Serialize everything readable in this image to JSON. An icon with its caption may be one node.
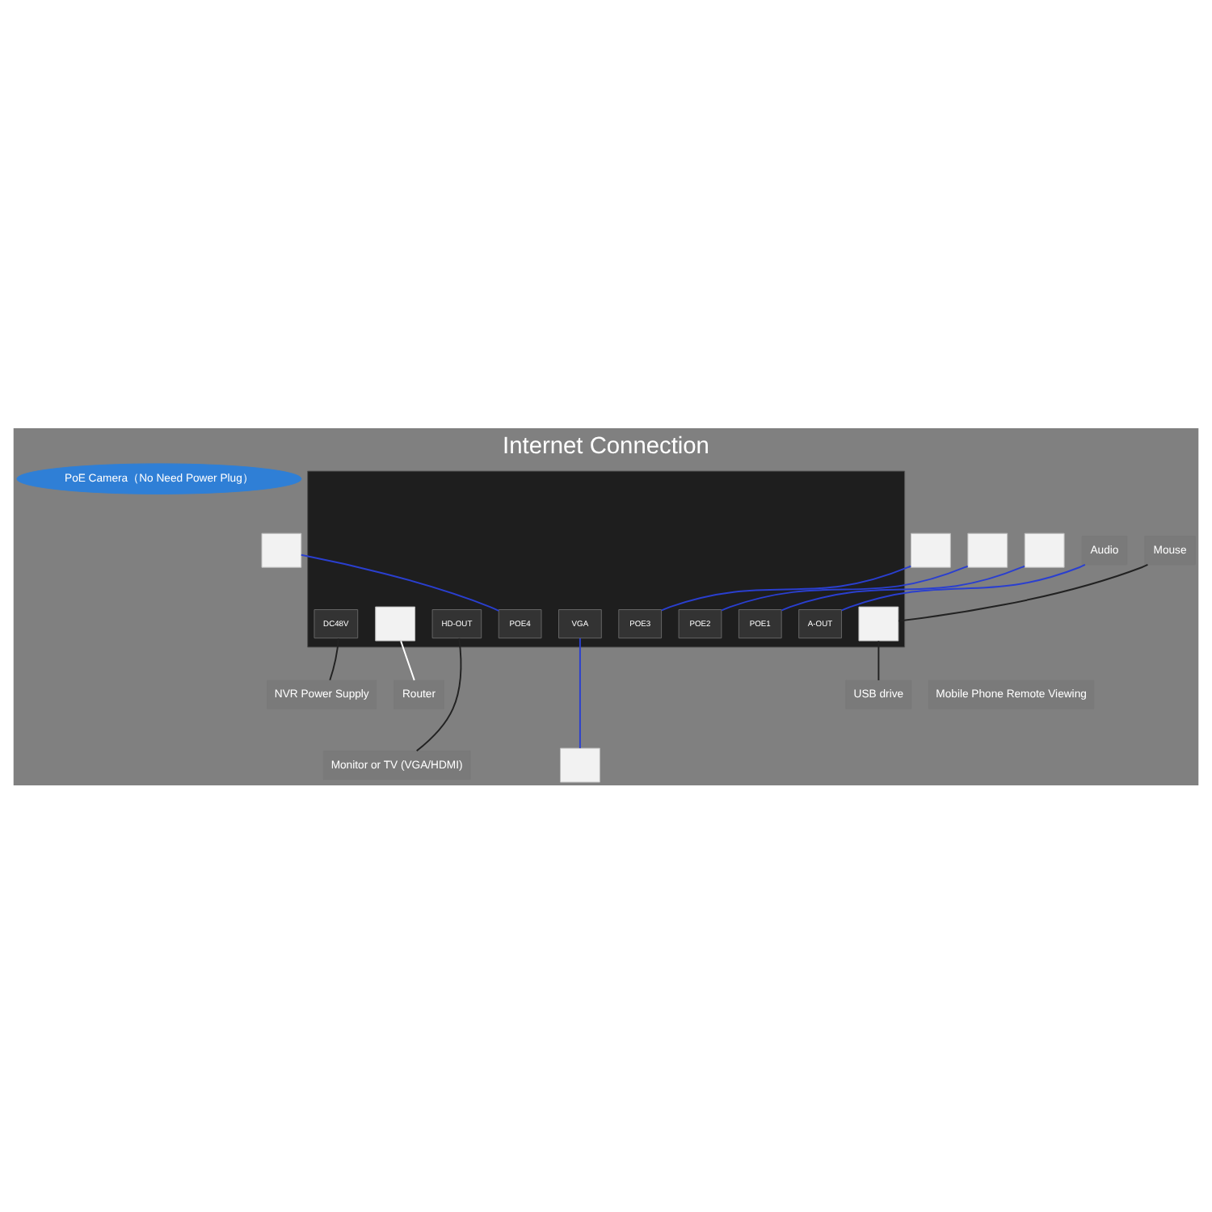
{
  "diagram": {
    "title": "Internet Connection",
    "nodes": [
      {
        "text": [
          "PoE Camera（No Need Power Plug）"
        ]
      },
      {
        "text": [],
        "shape": "box"
      },
      {
        "text": [],
        "shape": "box"
      },
      {
        "text": [],
        "shape": "box"
      },
      {
        "text": [],
        "shape": "box"
      },
      {
        "text": [
          "Audio"
        ]
      },
      {
        "text": [
          "Mouse"
        ]
      },
      {
        "text": [],
        "shape": "box"
      },
      {
        "text": [
          "DC48V"
        ],
        "in": 7
      },
      {
        "text": [
          "POE4"
        ],
        "in": 7
      },
      {
        "text": [
          "POE3"
        ],
        "in": 7
      },
      {
        "text": [
          "POE2"
        ],
        "in": 7
      },
      {
        "text": [
          "POE1"
        ],
        "in": 7
      },
      {
        "text": [],
        "shape": "box",
        "in": 7
      },
      {
        "text": [
          "A-OUT"
        ],
        "in": 7
      },
      {
        "text": [
          "HD-OUT"
        ],
        "in": 7
      },
      {
        "text": [
          "VGA"
        ],
        "in": 7
      },
      {
        "text": [],
        "shape": "box",
        "in": 7
      },
      {
        "text": [
          "USB drive"
        ]
      },
      {
        "text": [
          "NVR Power Supply"
        ]
      },
      {
        "text": [
          "Router"
        ]
      },
      {
        "text": [
          "Mobile Phone Remote Viewing"
        ]
      },
      {
        "text": [
          "Monitor or TV (VGA/HDMI)"
        ]
      },
      {
        "text": [],
        "shape": "box"
      }
    ],
    "edges": [
      {
        "from": 1,
        "to": 9,
        "arrow": "none"
      },
      {
        "from": 2,
        "to": 10,
        "arrow": "none"
      },
      {
        "from": 3,
        "to": 11,
        "arrow": "none"
      },
      {
        "from": 4,
        "to": 12,
        "arrow": "none"
      },
      {
        "from": 5,
        "to": 14,
        "arrow": "none"
      },
      {
        "from": 6,
        "to": 17,
        "arrow": "none",
        "color": "#222222"
      },
      {
        "from": 18,
        "to": 17,
        "arrow": "none",
        "color": "#222222"
      },
      {
        "from": 8,
        "to": 19,
        "arrow": "none",
        "color": "#222222"
      },
      {
        "from": 13,
        "to": 20,
        "arrow": "none",
        "color": "#ffffff"
      },
      {
        "from": 15,
        "to": 22,
        "arrow": "none",
        "color": "#222222"
      },
      {
        "from": 16,
        "to": 23,
        "arrow": "none"
      }
    ]
  }
}
